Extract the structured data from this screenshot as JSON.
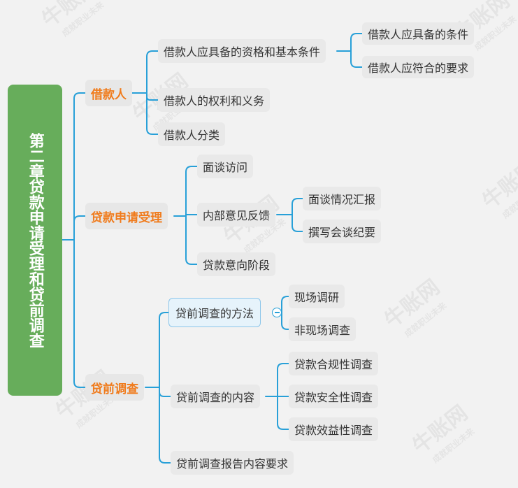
{
  "root": {
    "label": "第二章贷款申请受理和贷前调查"
  },
  "borrower": {
    "label": "借款人",
    "qualification": {
      "label": "借款人应具备的资格和基本条件",
      "conditions": "借款人应具备的条件",
      "requirements": "借款人应符合的要求"
    },
    "rights": "借款人的权利和义务",
    "classification": "借款人分类"
  },
  "application": {
    "label": "贷款申请受理",
    "interview": "面谈访问",
    "feedback": {
      "label": "内部意见反馈",
      "report": "面谈情况汇报",
      "minutes": "撰写会谈纪要"
    },
    "intention": "贷款意向阶段"
  },
  "investigation": {
    "label": "贷前调查",
    "methods": {
      "label": "贷前调查的方法",
      "onsite": "现场调研",
      "offsite": "非现场调查"
    },
    "content": {
      "label": "贷前调查的内容",
      "compliance": "贷款合规性调查",
      "safety": "贷款安全性调查",
      "profitability": "贷款效益性调查"
    },
    "report": "贷前调查报告内容要求"
  },
  "watermark": {
    "name": "牛账网",
    "slogan": "成就职业未来"
  },
  "colors": {
    "connector": "#28a0d8",
    "root_bg": "#67ad5b",
    "level1_text": "#f07b1c"
  }
}
